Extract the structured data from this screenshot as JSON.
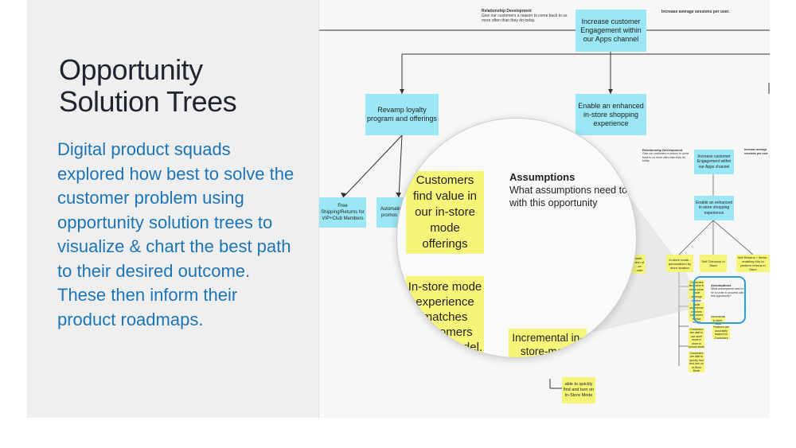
{
  "slide": {
    "title_lines": [
      "Opportunity",
      "Solution Trees"
    ],
    "description": "Digital product squads explored how best to solve the customer problem using opportunity solution trees to visualize & chart the best path to their desired outcome. These then inform their product roadmaps."
  },
  "board": {
    "header_label": "Relationship Development",
    "header_text": "Give our customers a reason to come back to us more often than they do today.",
    "metric_label": "Increase average sessions per user.",
    "root_node": "Increase customer Engagement within our Apps channel",
    "opportunity_loyalty": "Revamp loyalty program and offerings",
    "opportunity_instore": "Enable an enhanced in-store shopping experience",
    "solution_shipping": "Free Shipping/Returns for VIP+Club Members",
    "solution_automation": "Automation promos ac",
    "bottom_note": "able to quickly find and turn on In-Store Mode",
    "mini": {
      "header_label": "Relationship Development",
      "header_text": "Give our customers a reason to come back to us more often than they do today.",
      "metric_label": "Increase average sessions per user.",
      "root_node": "Increase customer Engagement within our Apps channel",
      "opportunity_instore": "Enable an enhanced in-store shopping experience",
      "solution_1": "In-store mode - personalized by store location",
      "solution_2": "Self Checkout In Store",
      "solution_3": "Self Returns + Items - enabling Kits to perform returns in Store",
      "partial_left": "mode, ...tion of ...ce ...odel",
      "assumptions_heading": "Assumptions",
      "assumptions_text": "What assumptions need to be in order to proceed with this opportunity?",
      "sticky_a": "Customers find value in our in-store mode offerings",
      "sticky_b": "In-store mode experience matches customers mental model",
      "sticky_c": "Incremental in-store-mode",
      "sticky_d": "Customers are able to use store mode in store to unlock deals",
      "sticky_e": "Customers are able to quickly find and turn on In-Store Mode",
      "sticky_f": "Features are accurately tracked for Customers"
    }
  },
  "magnifier": {
    "sticky_value": "Customers find value in our in-store mode offerings",
    "sticky_experience": "In-store mode experience matches customers mental model.",
    "sticky_incremental": "Incremental in-store-mode",
    "assumptions_heading": "Assumptions",
    "assumptions_text": "What assumptions need to proceed with this opportunity"
  },
  "colors": {
    "panel_bg": "#efefef",
    "title": "#1f2430",
    "description": "#1b75b8",
    "node_blue": "#9be7f5",
    "sticky_yellow": "#f6f57a",
    "highlight": "#2a9ee0"
  }
}
